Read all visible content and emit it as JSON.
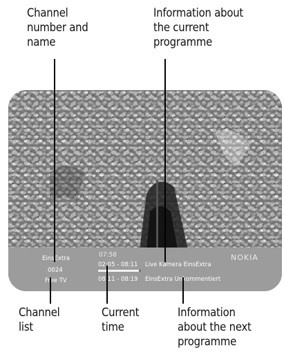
{
  "callouts": {
    "channel_number_and_name": [
      "Channel",
      "number and",
      "name"
    ],
    "current_programme_info": [
      "Information about",
      "the current",
      "programme"
    ],
    "channel_list": [
      "Channel",
      "list"
    ],
    "current_time": [
      "Current",
      "time"
    ],
    "next_programme_info": [
      "Information",
      "about the next",
      "programme"
    ]
  },
  "osd": {
    "channel_name": "EinsExtra",
    "channel_number": "0024",
    "channel_list": "Free TV",
    "current_time": "07:58",
    "current_slot": "02:05 - 08:11",
    "current_title": "Live Kamera EinsExtra",
    "next_slot": "08:11 - 08:19",
    "next_title": "EinsExtra Unkommentiert",
    "brand": "NOKIA",
    "progress_fraction": 0.95
  },
  "colors": {
    "osd_background": "#9c9c9c",
    "osd_text": "#ffffff",
    "leader_line": "#000000"
  }
}
